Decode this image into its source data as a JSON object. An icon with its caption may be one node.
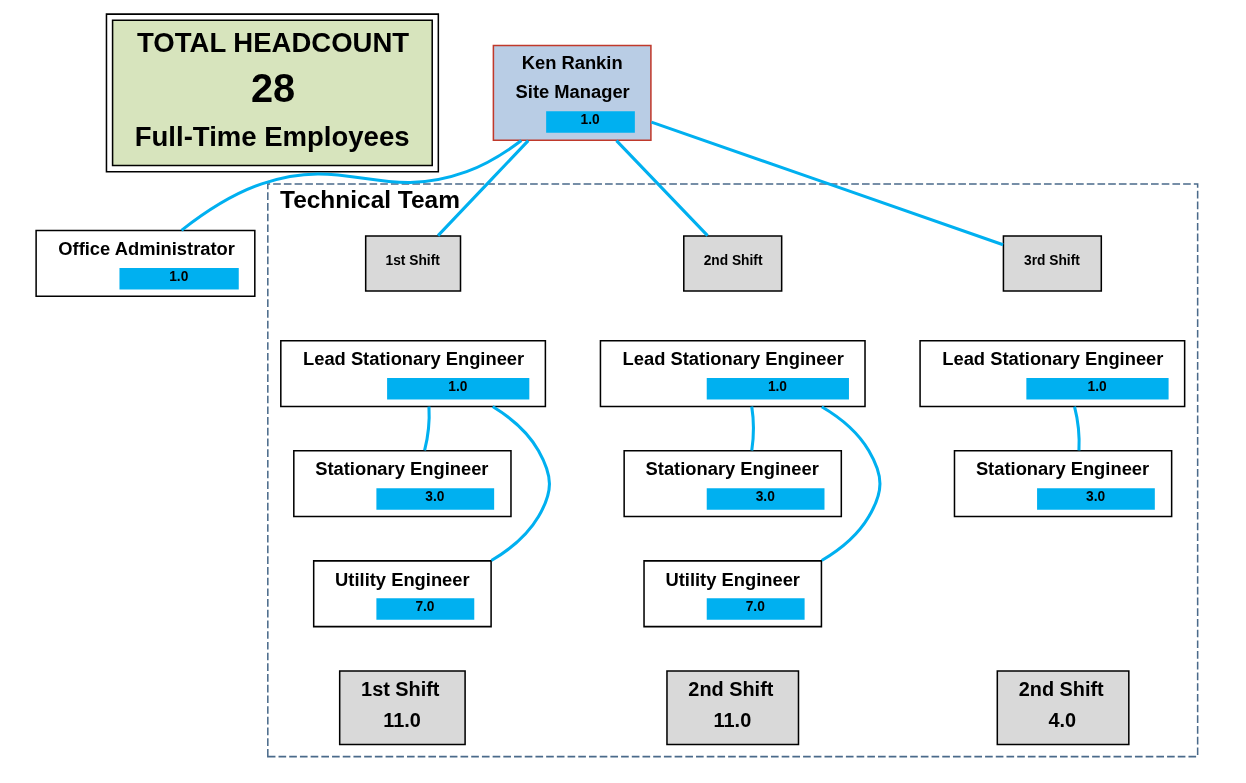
{
  "diagram": {
    "nodes": [
      {
        "text": [
          "TOTAL HEADCOUNT",
          "28",
          "Full-Time Employees"
        ]
      },
      {
        "text": [
          "Ken Rankin",
          "Site Manager",
          "1.0"
        ]
      },
      {
        "text": [
          "Office Administrator",
          "1.0"
        ]
      },
      {
        "text": [
          "Technical Team"
        ]
      },
      {
        "text": [
          "1st Shift"
        ],
        "in": 3
      },
      {
        "text": [
          "Lead Stationary Engineer",
          "1.0"
        ],
        "in": 3
      },
      {
        "text": [
          "Stationary Engineer",
          "3.0"
        ],
        "in": 3
      },
      {
        "text": [
          "Utility Engineer",
          "7.0"
        ],
        "in": 3
      },
      {
        "text": [
          "1st Shift",
          "11.0"
        ],
        "in": 3
      },
      {
        "text": [
          "2nd Shift"
        ],
        "in": 3
      },
      {
        "text": [
          "Lead Stationary Engineer",
          "1.0"
        ],
        "in": 3
      },
      {
        "text": [
          "Stationary Engineer",
          "3.0"
        ],
        "in": 3
      },
      {
        "text": [
          "Utility Engineer",
          "7.0"
        ],
        "in": 3
      },
      {
        "text": [
          "2nd Shift",
          "11.0"
        ],
        "in": 3
      },
      {
        "text": [
          "3rd Shift"
        ],
        "in": 3
      },
      {
        "text": [
          "Lead Stationary Engineer",
          "1.0"
        ],
        "in": 3
      },
      {
        "text": [
          "Stationary Engineer",
          "3.0"
        ],
        "in": 3
      },
      {
        "text": [
          "2nd Shift",
          "4.0"
        ],
        "in": 3
      }
    ],
    "edges": [
      {
        "from": 1,
        "to": 2,
        "arrow": "none"
      },
      {
        "from": 1,
        "to": 4,
        "arrow": "none"
      },
      {
        "from": 1,
        "to": 9,
        "arrow": "none"
      },
      {
        "from": 1,
        "to": 14,
        "arrow": "none"
      },
      {
        "from": 5,
        "to": 6,
        "arrow": "none"
      },
      {
        "from": 5,
        "to": 7,
        "arrow": "none"
      },
      {
        "from": 10,
        "to": 11,
        "arrow": "none"
      },
      {
        "from": 10,
        "to": 12,
        "arrow": "none"
      },
      {
        "from": 15,
        "to": 16,
        "arrow": "none"
      }
    ]
  }
}
